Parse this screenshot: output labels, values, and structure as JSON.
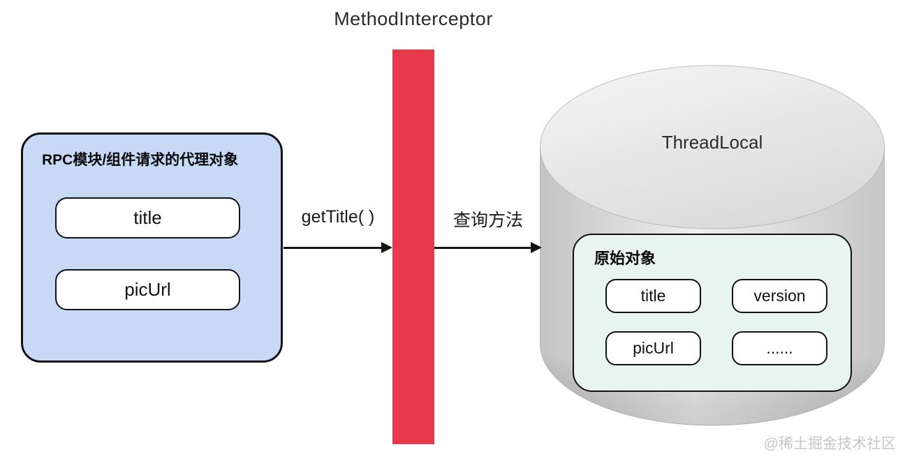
{
  "title": "MethodInterceptor",
  "proxy_box": {
    "label": "RPC模块/组件请求的代理对象",
    "fields": [
      "title",
      "picUrl"
    ]
  },
  "arrows": {
    "left_label": "getTitle( )",
    "right_label": "查询方法"
  },
  "cylinder": {
    "label": "ThreadLocal",
    "origin_box": {
      "label": "原始对象",
      "fields": [
        "title",
        "version",
        "picUrl",
        "......"
      ]
    }
  },
  "watermark": "@稀土掘金技术社区",
  "colors": {
    "interceptor_bar": "#e6394c",
    "proxy_box_fill": "#c7d9f5",
    "origin_box_fill": "#e7f4f0",
    "outline": "#111111",
    "watermark_gray": "#c6c6c6"
  }
}
